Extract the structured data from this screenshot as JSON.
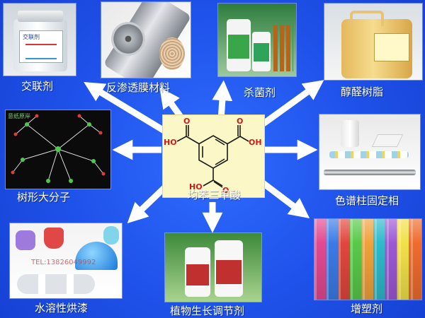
{
  "center": {
    "compound_name": "均苯三甲酸",
    "groups": {
      "top_o_left": "O",
      "top_o_right": "O",
      "left_ho": "HO",
      "left_o": "O",
      "right_o": "O",
      "right_oh": "OH",
      "bottom_ho": "HO",
      "bottom_o": "O"
    }
  },
  "applications": [
    {
      "id": "crosslinker",
      "label": "交联剂"
    },
    {
      "id": "ro-membrane",
      "label": "反渗透膜材料"
    },
    {
      "id": "fungicide",
      "label": "杀菌剂"
    },
    {
      "id": "alkyd-resin",
      "label": "醇醛树脂"
    },
    {
      "id": "dendrimer",
      "label": "树形大分子"
    },
    {
      "id": "chromatography",
      "label": "色谱柱固定相"
    },
    {
      "id": "waterborne-paint",
      "label": "水溶性烘漆"
    },
    {
      "id": "plant-growth-regulator",
      "label": "植物生长调节剂"
    },
    {
      "id": "plasticizer",
      "label": "增塑剂"
    }
  ],
  "photo_text": {
    "crosslinker_jar": "交联剂",
    "dendrimer_tag": "意纸原岸",
    "paint_watermark": "TEL:13826049992"
  },
  "colors": {
    "background": "#1f52ea",
    "arrow": "#ffffff",
    "center_box": "#fbf7c7",
    "label_text": "#ffffff",
    "bond": "#1a1a1a",
    "oxygen": "#d11a1a"
  }
}
